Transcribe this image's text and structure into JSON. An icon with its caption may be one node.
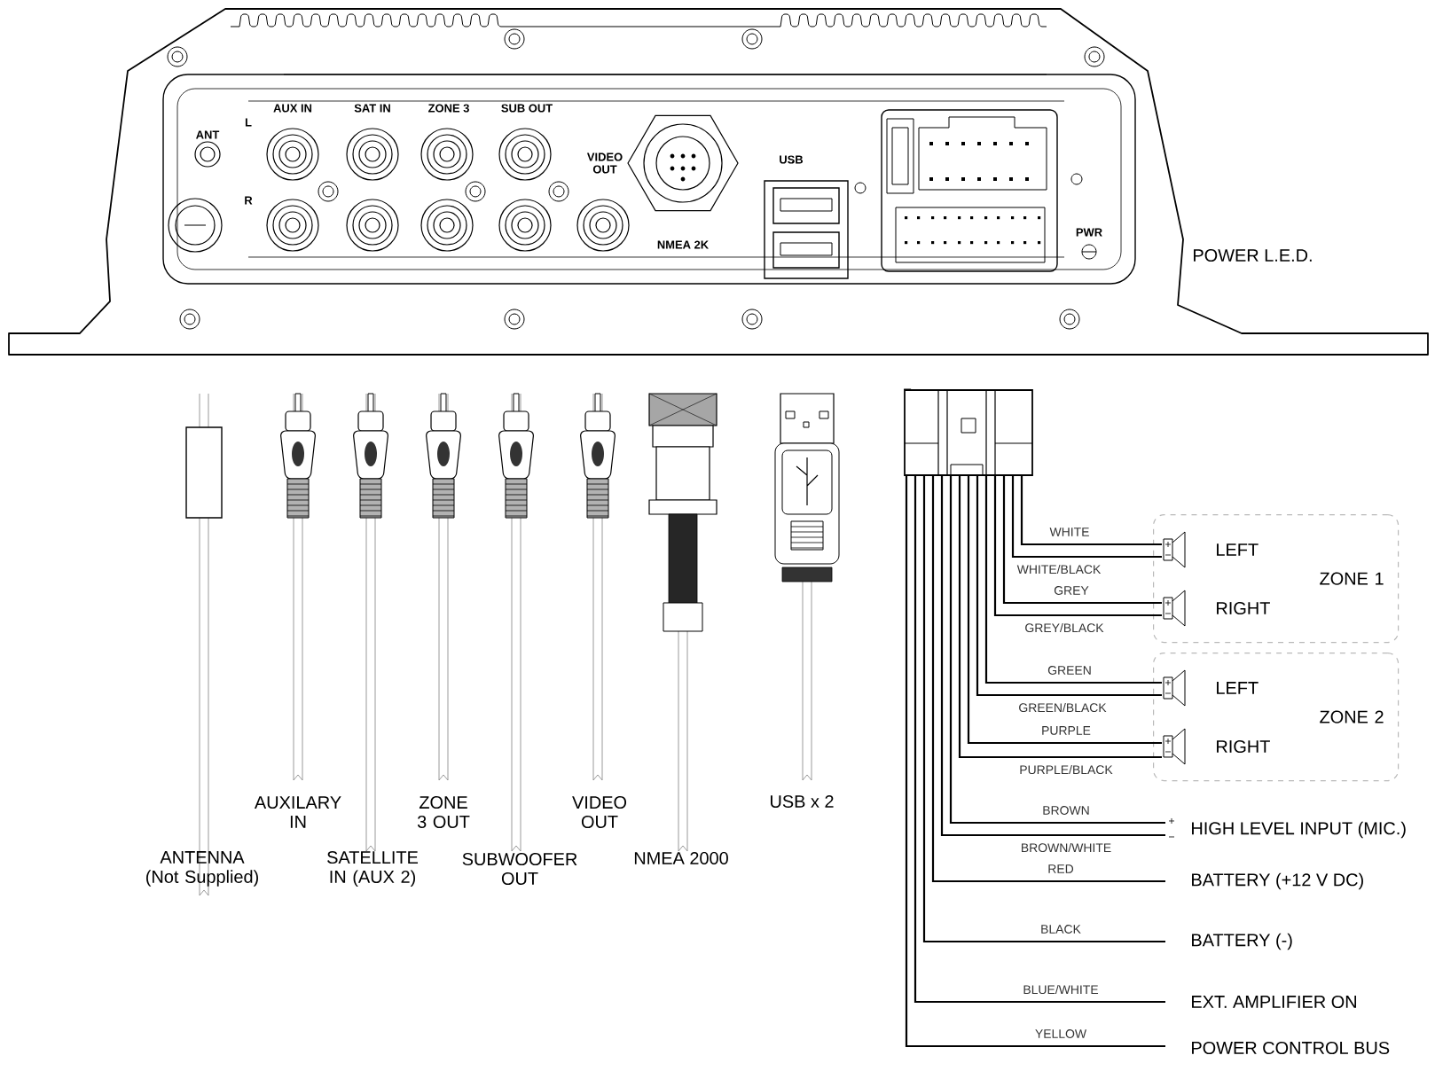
{
  "diagram": {
    "nodes": [
      {
        "text": [],
        "shape": "box"
      },
      {
        "text": [
          "ZONE 1"
        ]
      },
      {
        "text": [
          "LEFT"
        ],
        "in": 1
      },
      {
        "text": [
          "RIGHT"
        ],
        "in": 1
      },
      {
        "text": [
          "ZONE 2"
        ]
      },
      {
        "text": [
          "LEFT"
        ],
        "in": 4
      },
      {
        "text": [
          "RIGHT"
        ],
        "in": 4
      },
      {
        "text": [
          "HIGH LEVEL INPUT (MIC.)"
        ]
      },
      {
        "text": [
          "BATTERY (+12 V DC)"
        ]
      },
      {
        "text": [
          "BATTERY (-)"
        ]
      },
      {
        "text": [
          "EXT. AMPLIFIER ON"
        ]
      },
      {
        "text": [
          "POWER CONTROL BUS"
        ]
      }
    ],
    "edges": [
      {
        "from": 0,
        "to": 2,
        "arrow": "none",
        "label": "WHITE"
      },
      {
        "from": 0,
        "to": 2,
        "arrow": "none",
        "label": "WHITE/BLACK"
      },
      {
        "from": 0,
        "to": 3,
        "arrow": "none",
        "label": "GREY"
      },
      {
        "from": 0,
        "to": 3,
        "arrow": "none",
        "label": "GREY/BLACK"
      },
      {
        "from": 0,
        "to": 5,
        "arrow": "none",
        "label": "GREEN"
      },
      {
        "from": 0,
        "to": 5,
        "arrow": "none",
        "label": "GREEN/BLACK"
      },
      {
        "from": 0,
        "to": 6,
        "arrow": "none",
        "label": "PURPLE"
      },
      {
        "from": 0,
        "to": 6,
        "arrow": "none",
        "label": "PURPLE/BLACK"
      },
      {
        "from": 0,
        "to": 7,
        "arrow": "none",
        "label": "BROWN"
      },
      {
        "from": 0,
        "to": 7,
        "arrow": "none",
        "label": "BROWN/WHITE"
      },
      {
        "from": 0,
        "to": 8,
        "arrow": "none",
        "label": "RED"
      },
      {
        "from": 0,
        "to": 9,
        "arrow": "none",
        "label": "BLACK"
      },
      {
        "from": 0,
        "to": 10,
        "arrow": "none",
        "label": "BLUE/WHITE"
      },
      {
        "from": 0,
        "to": 11,
        "arrow": "none",
        "label": "YELLOW"
      }
    ],
    "labels": [
      "ANT",
      "L",
      "R",
      "AUX IN",
      "SAT IN",
      "ZONE 3",
      "SUB OUT",
      "VIDEO OUT",
      "NMEA 2K",
      "USB",
      "PWR",
      "POWER L.E.D.",
      "AUXILARY IN",
      "ZONE 3 OUT",
      "VIDEO OUT",
      "USB x 2",
      "ANTENNA (Not Supplied)",
      "SATELLITE IN (AUX 2)",
      "SUBWOOFER OUT",
      "NMEA 2000"
    ]
  }
}
